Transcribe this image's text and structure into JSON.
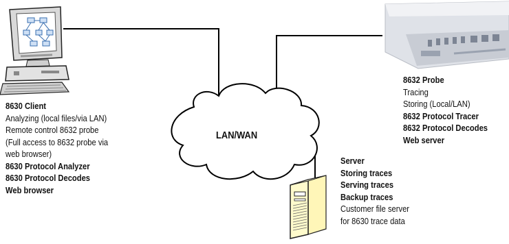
{
  "network": {
    "label": "LAN/WAN"
  },
  "client": {
    "title": "8630 Client",
    "lines": [
      {
        "text": "Analyzing (local files/via LAN)",
        "bold": false
      },
      {
        "text": "Remote control 8632 probe",
        "bold": false
      },
      {
        "text": "(Full access to 8632 probe via",
        "bold": false
      },
      {
        "text": "web browser)",
        "bold": false
      },
      {
        "text": "8630 Protocol Analyzer",
        "bold": true
      },
      {
        "text": "8630 Protocol Decodes",
        "bold": true
      },
      {
        "text": "Web browser",
        "bold": true
      }
    ]
  },
  "probe": {
    "title": "8632 Probe",
    "lines": [
      {
        "text": "Tracing",
        "bold": false
      },
      {
        "text": "Storing (Local/LAN)",
        "bold": false
      },
      {
        "text": "8632 Protocol Tracer",
        "bold": true
      },
      {
        "text": "8632 Protocol Decodes",
        "bold": true
      },
      {
        "text": "Web server",
        "bold": true
      }
    ]
  },
  "server": {
    "title": "Server",
    "lines": [
      {
        "text": "Storing traces",
        "bold": true
      },
      {
        "text": "Serving traces",
        "bold": true
      },
      {
        "text": "Backup traces",
        "bold": true
      },
      {
        "text": "Customer file server",
        "bold": false
      },
      {
        "text": "for 8630 trace data",
        "bold": false
      }
    ]
  },
  "colors": {
    "line": "#000000",
    "server_body": "#fffbcc",
    "probe_body": "#dfe2e8",
    "screen_bg": "#ffffff",
    "screen_diagram": "#3a6fb0"
  }
}
